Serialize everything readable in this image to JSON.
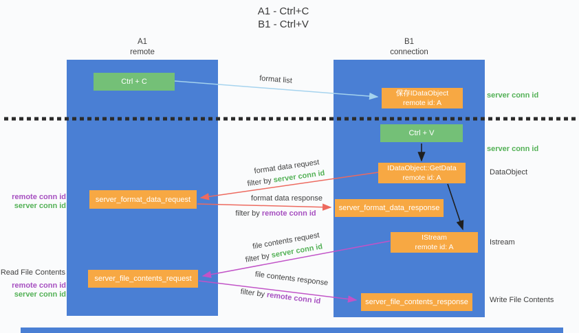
{
  "title": {
    "line1": "A1 - Ctrl+C",
    "line2": "B1 - Ctrl+V"
  },
  "lifelines": {
    "left": {
      "id": "A1",
      "name": "remote"
    },
    "right": {
      "id": "B1",
      "name": "connection"
    }
  },
  "nodes": {
    "ctrl_c": {
      "label": "Ctrl + C"
    },
    "ctrl_v": {
      "label": "Ctrl + V"
    },
    "save_idataobject": {
      "line1": "保存IDataObject",
      "line2": "remote id: A"
    },
    "getdata": {
      "line1": "IDataObject::GetData",
      "line2": "remote id: A"
    },
    "istream": {
      "line1": "IStream",
      "line2": "remote id: A"
    },
    "format_request": {
      "label": "server_format_data_request"
    },
    "format_response": {
      "label": "server_format_data_response"
    },
    "file_request": {
      "label": "server_file_contents_request"
    },
    "file_response": {
      "label": "server_file_contents_response"
    }
  },
  "edge_labels": {
    "format_list": "format list",
    "format_data_request": "format data request",
    "format_data_response": "format data response",
    "file_contents_request": "file contents request",
    "file_contents_response": "file contents response",
    "filter_by": "filter by",
    "server_conn_id": "server conn id",
    "remote_conn_id": "remote conn id"
  },
  "side_labels": {
    "server_conn_id_top": "server conn id",
    "server_conn_id_mid": "server conn id",
    "dataobject": "DataObject",
    "istream": "Istream",
    "read_file_contents": "Read File Contents",
    "write_file_contents": "Write File Contents",
    "remote_conn_id": "remote conn id",
    "server_conn_id": "server conn id"
  },
  "colors": {
    "lifeline_blue": "#4a7fd4",
    "node_orange": "#f7a843",
    "key_green": "#74c077",
    "green_label": "#53b156",
    "purple_label": "#a64fc0",
    "salmon_arrow": "#ed6a5f",
    "magenta_arrow": "#c153c7",
    "light_blue_arrow": "#a5d3ee",
    "black_arrow": "#1f1f1f"
  }
}
